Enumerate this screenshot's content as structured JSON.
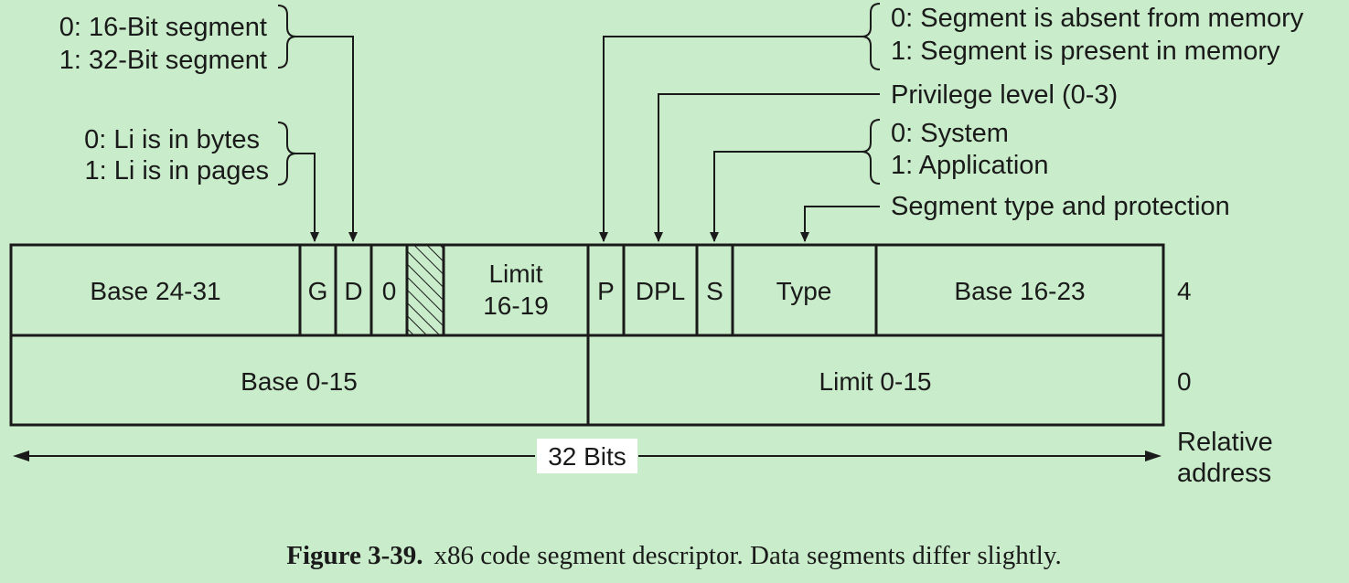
{
  "annotations": {
    "size_0": "0: 16-Bit segment",
    "size_1": "1: 32-Bit segment",
    "gran_0": "0: Li is in bytes",
    "gran_1": "1: Li is in pages",
    "present_0": "0: Segment is absent from memory",
    "present_1": "1: Segment is present in memory",
    "privilege": "Privilege level (0-3)",
    "sys_0": "0: System",
    "sys_1": "1: Application",
    "seg_type": "Segment type and protection"
  },
  "row_top": {
    "base_hi": "Base 24-31",
    "g": "G",
    "d": "D",
    "zero": "0",
    "limit_hi_1": "Limit",
    "limit_hi_2": "16-19",
    "p": "P",
    "dpl": "DPL",
    "s": "S",
    "type": "Type",
    "base_mid": "Base 16-23",
    "address": "4"
  },
  "row_bottom": {
    "base_lo": "Base 0-15",
    "limit_lo": "Limit 0-15",
    "address": "0"
  },
  "width_label": "32 Bits",
  "relative_address_1": "Relative",
  "relative_address_2": "address",
  "caption": {
    "number": "Figure 3-39.",
    "text": "x86 code segment descriptor. Data segments differ slightly."
  }
}
